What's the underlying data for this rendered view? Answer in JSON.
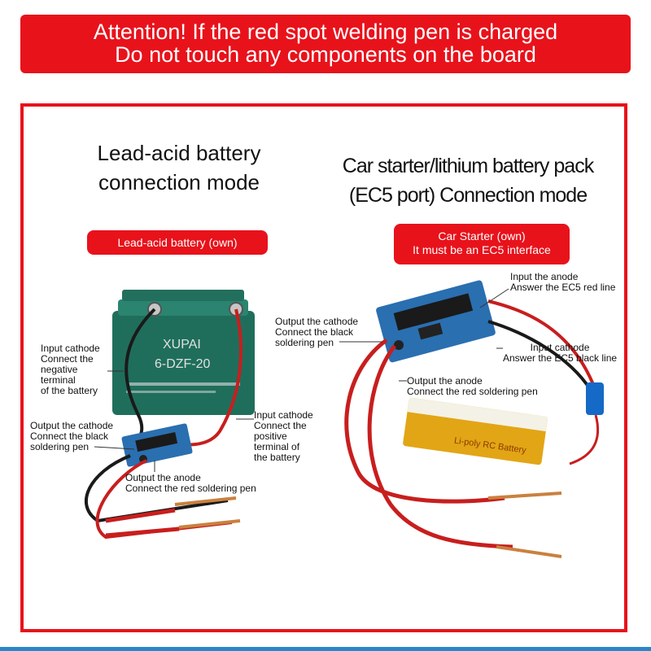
{
  "banner": {
    "line1": "Attention! If the red spot welding pen is charged",
    "line2": "Do not touch any components on the board"
  },
  "left": {
    "heading_line1": "Lead-acid battery",
    "heading_line2": "connection mode",
    "pill": "Lead-acid battery (own)",
    "battery_brand": "XUPAI",
    "battery_model": "6-DZF-20",
    "labels": {
      "input_cathode": "Input cathode\nConnect the\nnegative\nterminal\nof the battery",
      "output_cathode": "Output the cathode\nConnect the black\nsoldering pen",
      "input_cathode_positive": "Input cathode\nConnect the\npositive\nterminal of\nthe battery",
      "output_anode": "Output the anode\nConnect the red soldering pen"
    }
  },
  "right": {
    "heading_line1": "Car starter/lithium battery pack",
    "heading_line2": "(EC5 port) Connection mode",
    "pill_line1": "Car Starter (own)",
    "pill_line2": "It must be an EC5 interface",
    "battery_text": "Li-poly RC Battery",
    "labels": {
      "input_anode": "Input the anode\nAnswer the EC5 red line",
      "output_cathode": "Output the cathode\nConnect the black\nsoldering pen",
      "input_cathode": "Input cathode\nAnswer the EC5 black line",
      "output_anode": "Output the anode\nConnect the red soldering pen"
    }
  },
  "colors": {
    "accent_red": "#e8121b",
    "battery_green": "#1f6e5c",
    "board_blue": "#2a6fb0",
    "copper": "#c9813f"
  }
}
